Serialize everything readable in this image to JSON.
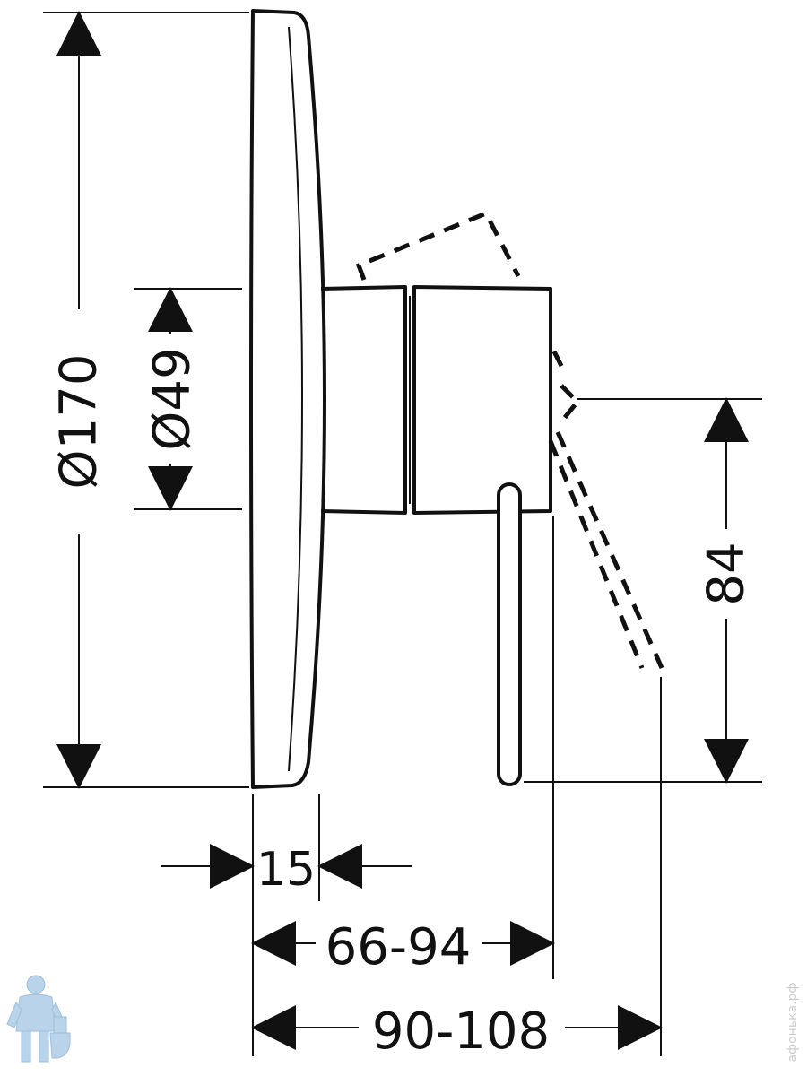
{
  "dimensions": {
    "plate_diameter": "Ø170",
    "body_diameter": "Ø49",
    "plate_thickness": "15",
    "body_depth": "66-94",
    "overall_depth": "90-108",
    "lever_height": "84"
  },
  "watermark": {
    "text": "афонька.рф"
  },
  "colors": {
    "line": "#111111",
    "watermark": "#c9cdd2",
    "mascot": "#b9d3ea"
  }
}
